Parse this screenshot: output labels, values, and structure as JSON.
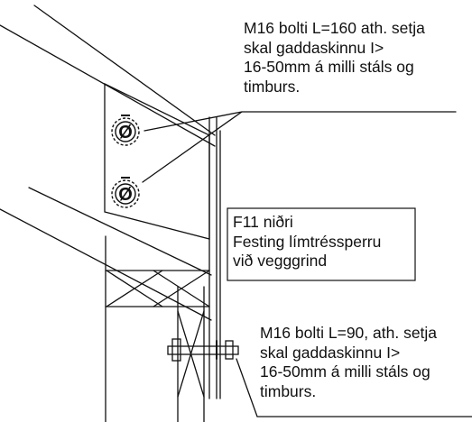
{
  "drawing": {
    "top_note": "M16 bolti L=160 ath. setja\nskal gaddaskinnu I>\n16-50mm á milli stáls og\ntimburs.",
    "middle_note": "F11 niðri\nFesting límtréssperru\nvið vegggrind",
    "bottom_note": "M16 bolti L=90, ath. setja\nskal gaddaskinnu I>\n16-50mm á milli stáls og\ntimburs."
  },
  "colors": {
    "ink": "#111111",
    "paper": "#ffffff"
  }
}
